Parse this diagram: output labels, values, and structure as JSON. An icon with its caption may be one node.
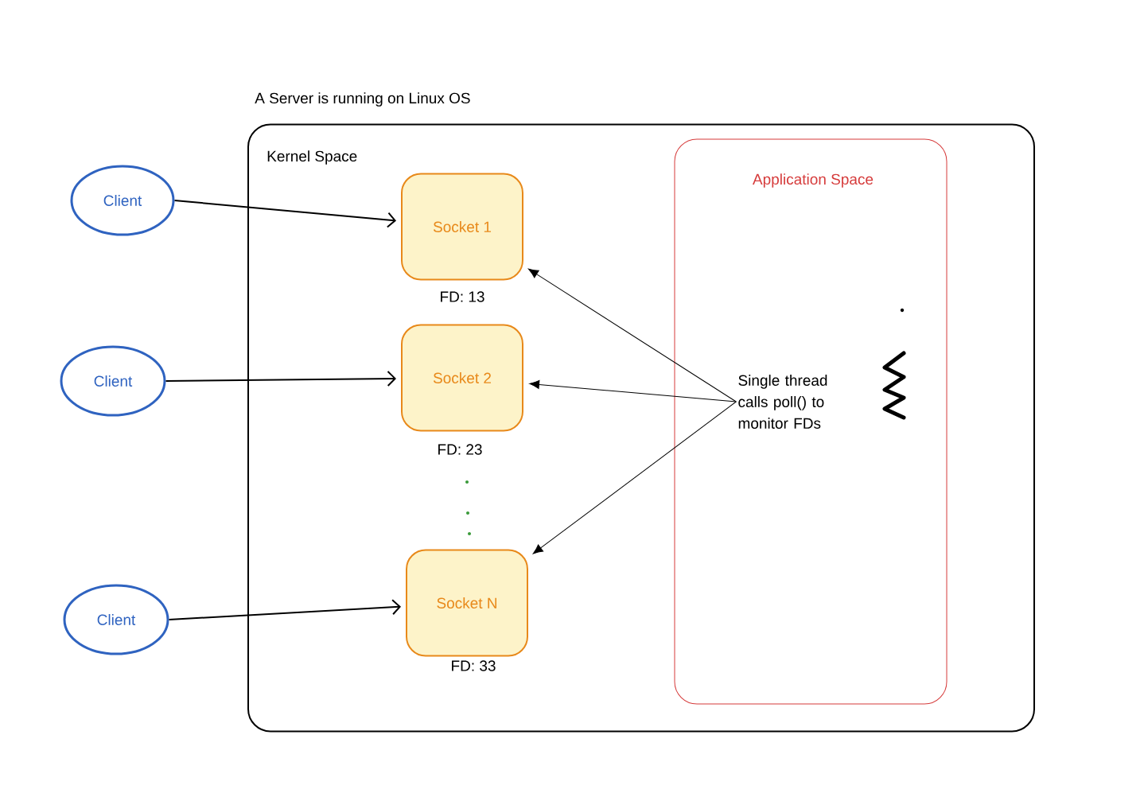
{
  "diagram": {
    "nodes": [
      {
        "text": [
          "A Server is running on Linux OS",
          "Kernel Space"
        ]
      },
      {
        "text": [
          "Application Space"
        ],
        "in": 0
      },
      {
        "text": [
          "Socket 1"
        ],
        "in": 0,
        "beside": [
          "FD: 13"
        ]
      },
      {
        "text": [
          "Socket 2"
        ],
        "in": 0,
        "beside": [
          "FD: 23"
        ]
      },
      {
        "text": [
          "Socket N"
        ],
        "in": 0,
        "beside": [
          "FD: 33"
        ]
      },
      {
        "text": [
          "Single thread calls poll() to monitor FDs"
        ],
        "in": 1
      },
      {
        "text": [
          "Client"
        ]
      },
      {
        "text": [
          "Client"
        ]
      },
      {
        "text": [
          "Client"
        ]
      }
    ],
    "edges": [
      {
        "from": 6,
        "to": 2,
        "arrow": "to"
      },
      {
        "from": 7,
        "to": 3,
        "arrow": "to"
      },
      {
        "from": 8,
        "to": 4,
        "arrow": "to"
      },
      {
        "from": 5,
        "to": 2,
        "arrow": "to"
      },
      {
        "from": 5,
        "to": 3,
        "arrow": "to"
      },
      {
        "from": 5,
        "to": 4,
        "arrow": "to"
      }
    ]
  }
}
